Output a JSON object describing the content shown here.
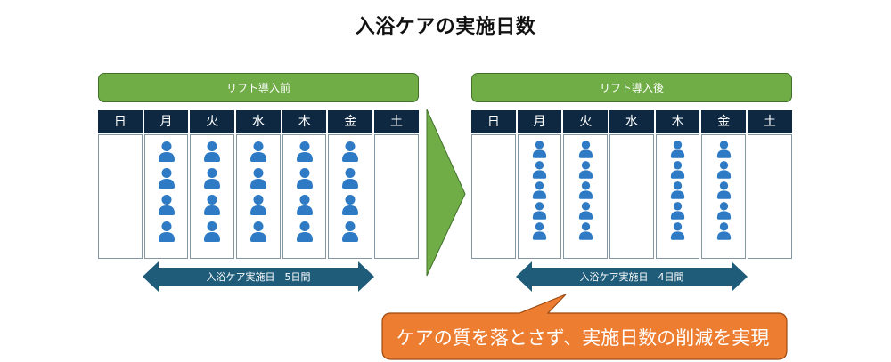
{
  "title": "入浴ケアの実施日数",
  "weekdays": [
    "日",
    "月",
    "火",
    "水",
    "木",
    "金",
    "土"
  ],
  "colors": {
    "banner_green": "#70ad47",
    "header_navy": "#0e2841",
    "person_blue": "#2e7ac4",
    "span_arrow": "#1f5c7a",
    "callout_orange": "#ed7d31"
  },
  "before": {
    "banner": "リフト導入前",
    "persons_per_day": [
      0,
      4,
      4,
      4,
      4,
      4,
      0
    ],
    "span_label": "入浴ケア実施日　5日間"
  },
  "after": {
    "banner": "リフト導入後",
    "persons_per_day": [
      0,
      5,
      5,
      0,
      5,
      5,
      0
    ],
    "span_label": "入浴ケア実施日　4日間"
  },
  "callout": "ケアの質を落とさず、実施日数の削減を実現"
}
